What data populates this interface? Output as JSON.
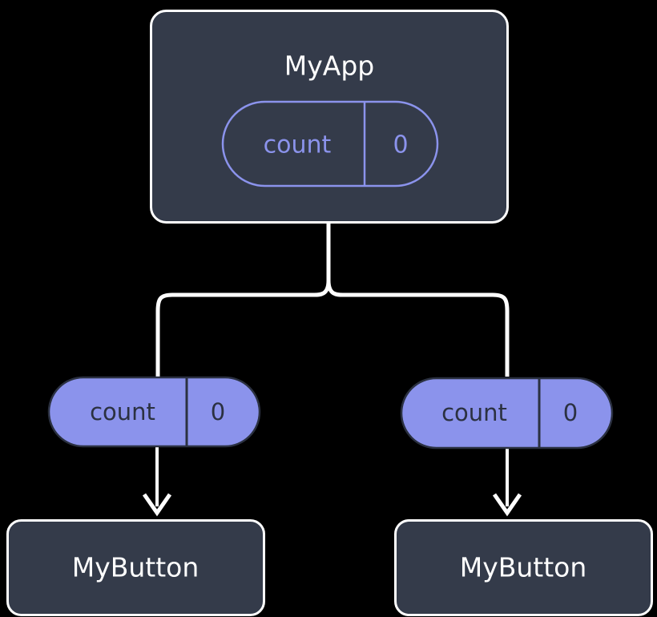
{
  "diagram": {
    "type": "component-state-tree",
    "background_color": "#000000",
    "node_fill": "#343b4a",
    "node_stroke": "#ffffff",
    "accent_color": "#8b93ec",
    "edge_color": "#ffffff",
    "pill_text_dark": "#2b3141"
  },
  "root": {
    "title": "MyApp",
    "state": {
      "key": "count",
      "value": "0"
    }
  },
  "props": [
    {
      "key": "count",
      "value": "0"
    },
    {
      "key": "count",
      "value": "0"
    }
  ],
  "children": [
    {
      "title": "MyButton"
    },
    {
      "title": "MyButton"
    }
  ]
}
